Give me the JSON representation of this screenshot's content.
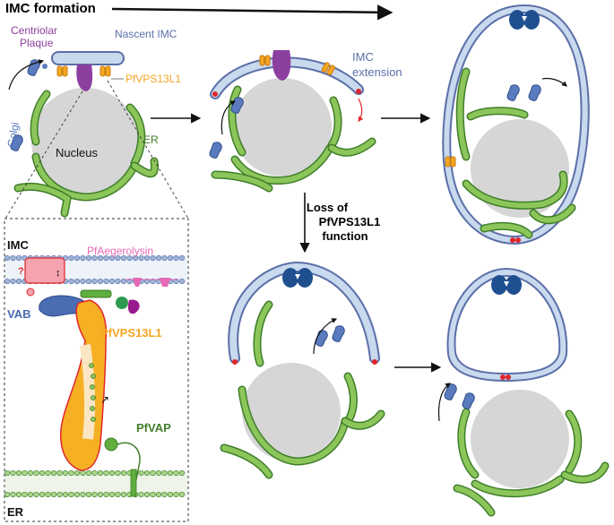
{
  "title": "IMC formation",
  "labels": {
    "centriolar_plaque_1": "Centriolar",
    "centriolar_plaque_2": "Plaque",
    "nascent_imc": "Nascent IMC",
    "pfvps13l1_top": "PfVPS13L1",
    "golgi": "Golgi",
    "nucleus": "Nucleus",
    "er_top": "ER",
    "imc_extension_1": "IMC",
    "imc_extension_2": "extension",
    "loss_1": "Loss of",
    "loss_2": "PfVPS13L1",
    "loss_3": "function"
  },
  "inset": {
    "imc": "IMC",
    "pfaegerolysin": "PfAegerolysin",
    "question": "?",
    "vab": "VAB",
    "pfvps13l1": "PfVPS13L1",
    "pfvap": "PfVAP",
    "er": "ER"
  },
  "colors": {
    "imc_fill": "#c9d9ee",
    "imc_stroke": "#5b6fa8",
    "er_green": "#8cc65a",
    "er_stroke": "#3f7e2a",
    "nucleus": "#d6d6d6",
    "golgi": "#5b7bbf",
    "plaque": "#8b3f9e",
    "orange": "#f5a623",
    "red": "#e0262b",
    "pink": "#e668b6",
    "navy": "#1f4f8f"
  }
}
